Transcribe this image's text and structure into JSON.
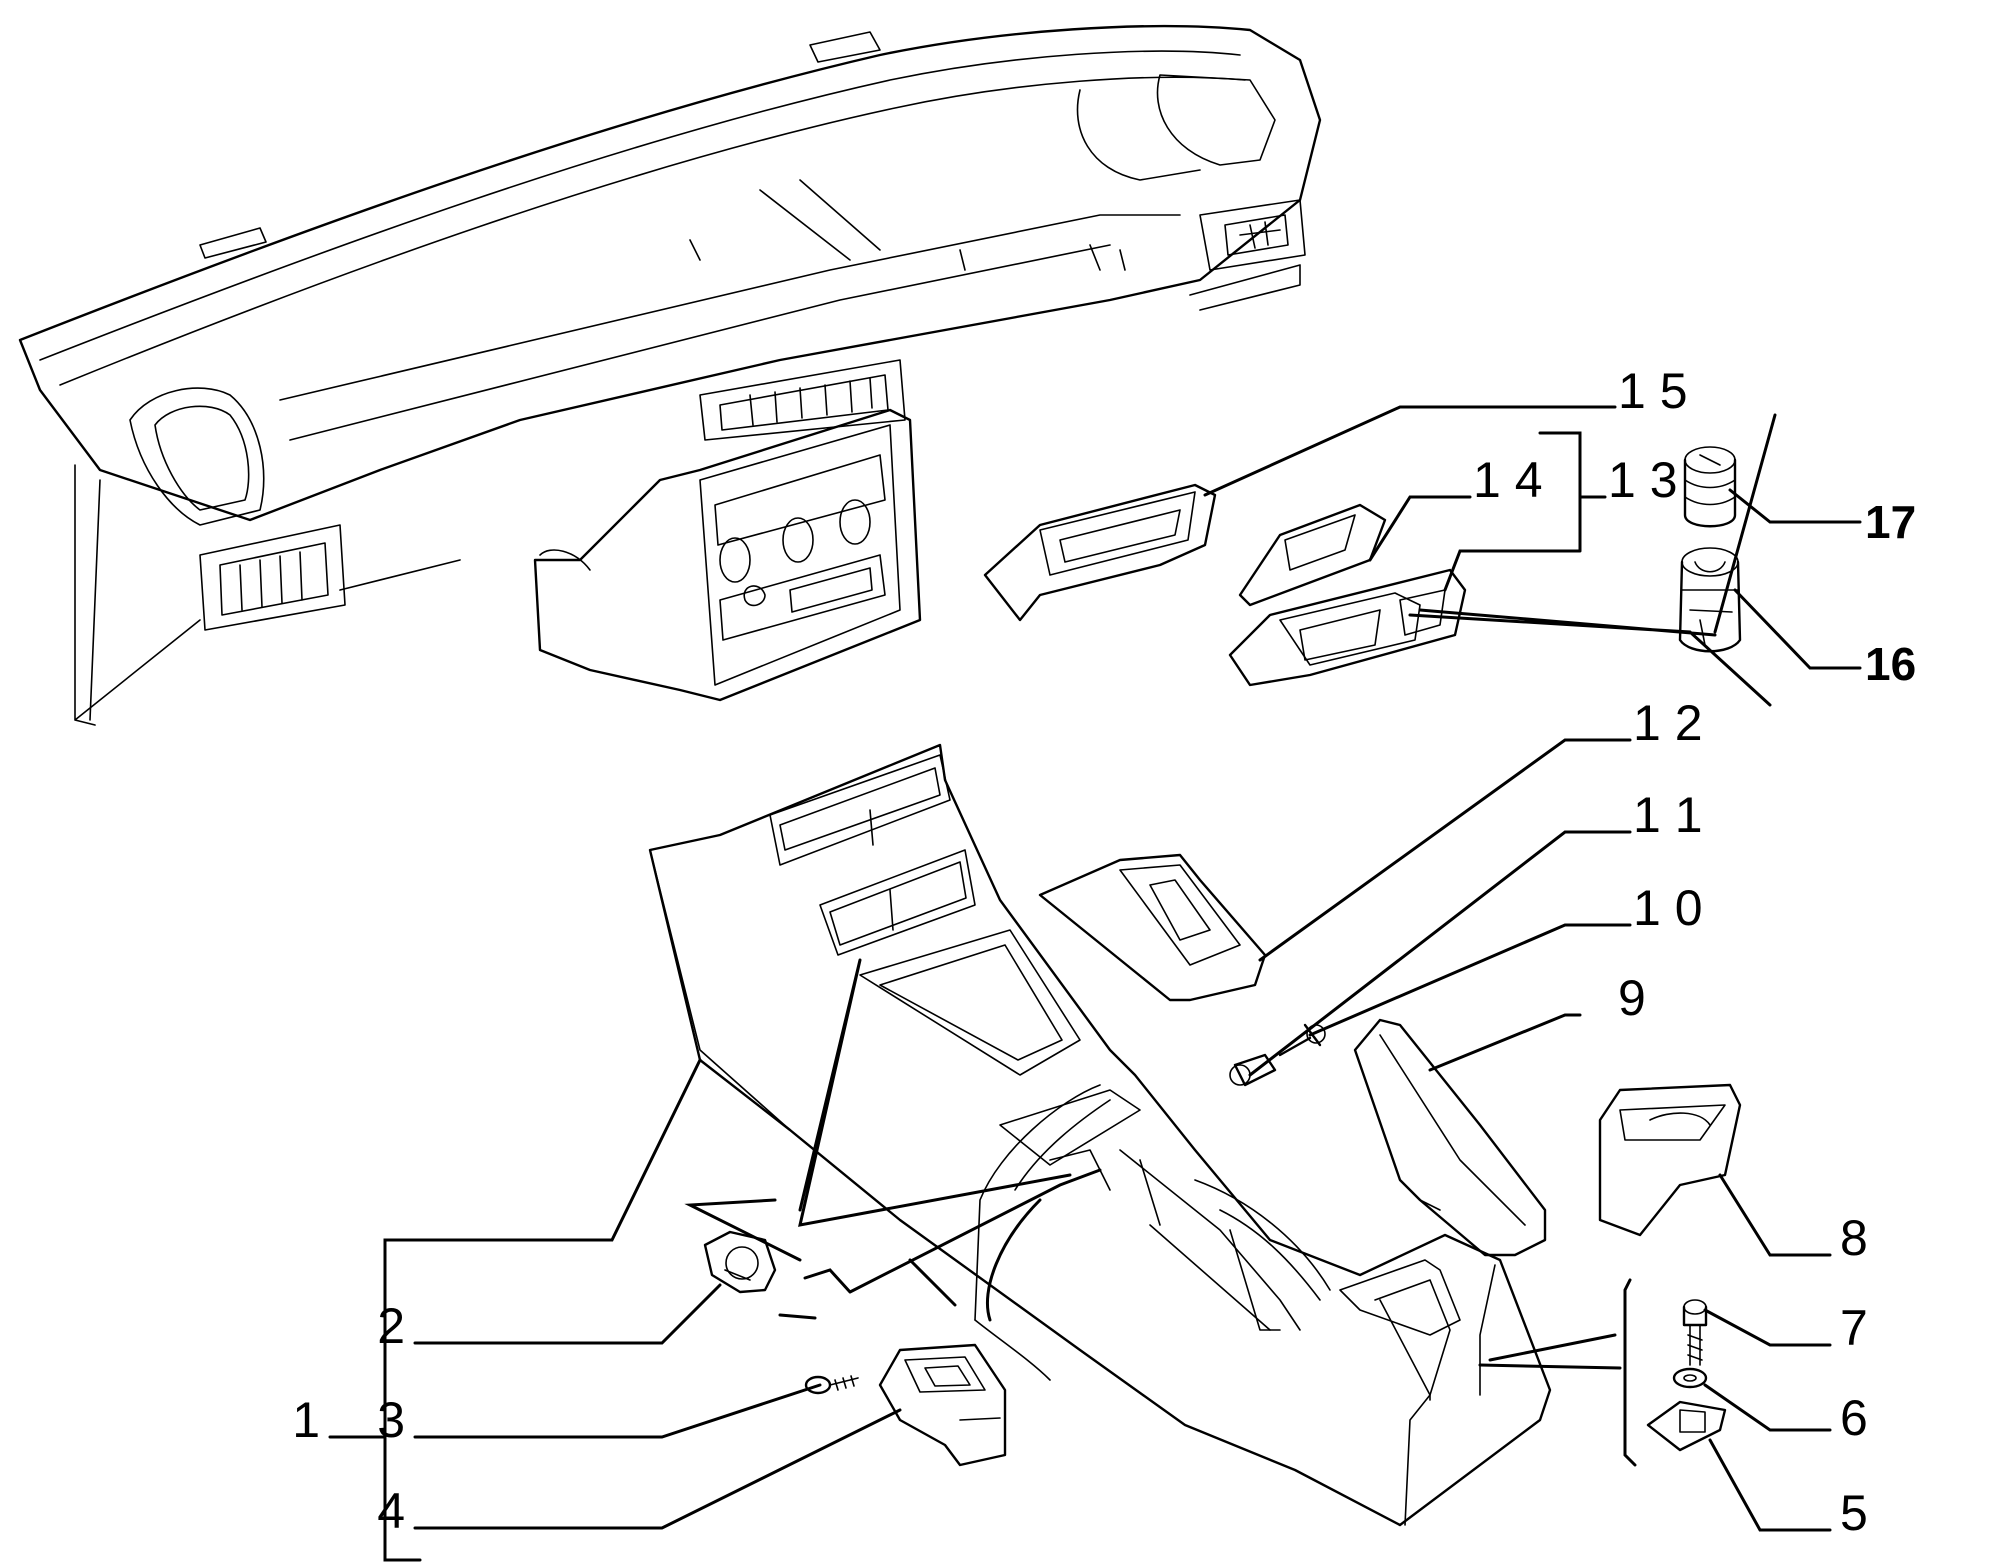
{
  "diagram": {
    "callouts": [
      {
        "id": "1",
        "label": "1"
      },
      {
        "id": "2",
        "label": "2"
      },
      {
        "id": "3",
        "label": "3"
      },
      {
        "id": "4",
        "label": "4"
      },
      {
        "id": "5",
        "label": "5"
      },
      {
        "id": "6",
        "label": "6"
      },
      {
        "id": "7",
        "label": "7"
      },
      {
        "id": "8",
        "label": "8"
      },
      {
        "id": "9",
        "label": "9"
      },
      {
        "id": "10",
        "label": "1 0"
      },
      {
        "id": "11",
        "label": "1 1"
      },
      {
        "id": "12",
        "label": "1 2"
      },
      {
        "id": "13",
        "label": "1 3"
      },
      {
        "id": "14",
        "label": "1 4"
      },
      {
        "id": "15",
        "label": "1 5"
      },
      {
        "id": "16",
        "label": "16"
      },
      {
        "id": "17",
        "label": "17"
      }
    ]
  }
}
